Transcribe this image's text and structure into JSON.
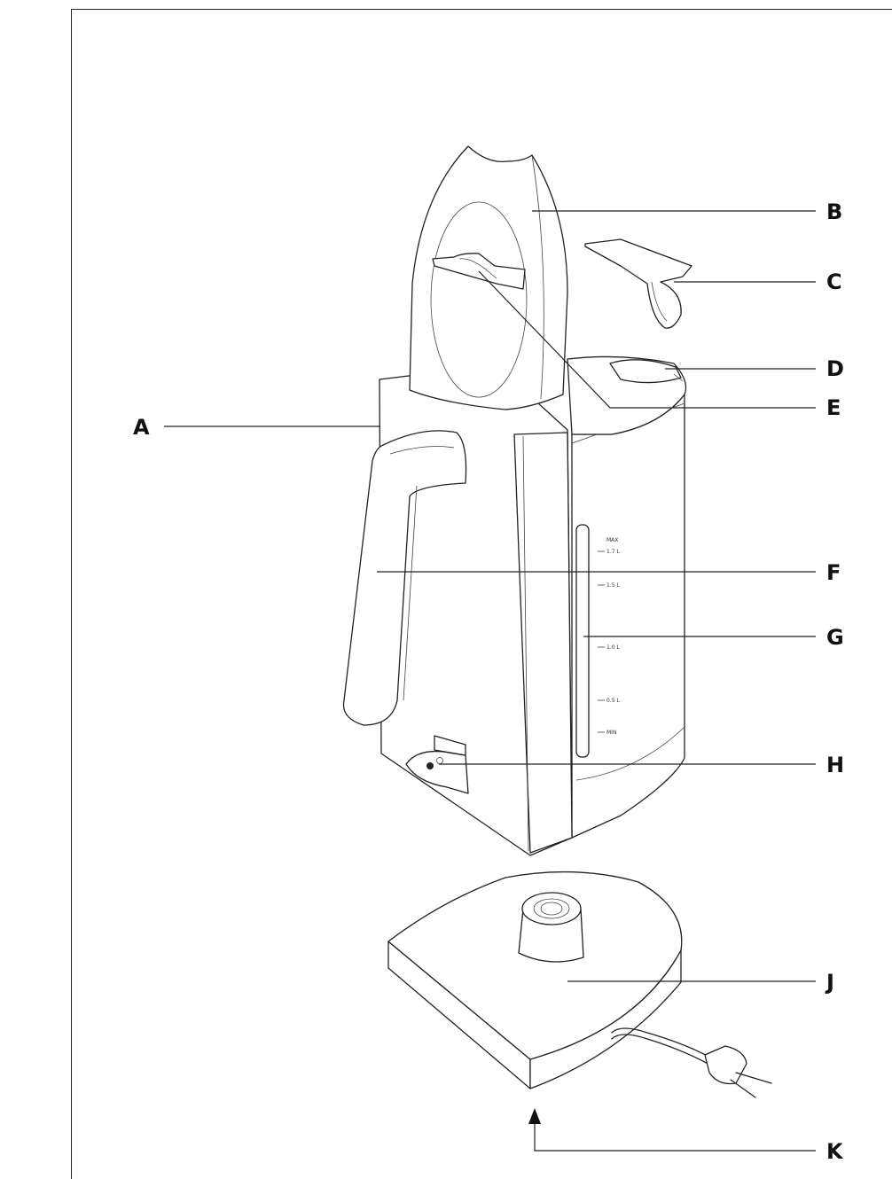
{
  "labels": {
    "A": "A",
    "B": "B",
    "C": "C",
    "D": "D",
    "E": "E",
    "F": "F",
    "G": "G",
    "H": "H",
    "J": "J",
    "K": "K"
  },
  "water_scale": {
    "max": "MAX",
    "max_volume": "1.7 L",
    "mark_1": "1.5 L",
    "mark_2": "1.0 L",
    "mark_3": "0.5 L",
    "min": "MIN"
  },
  "colors": {
    "line": "#222222",
    "background": "#ffffff"
  }
}
